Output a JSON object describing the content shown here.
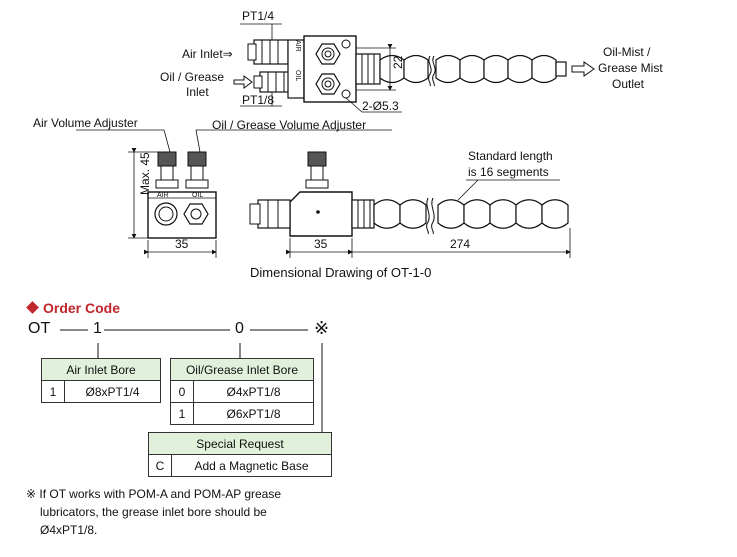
{
  "drawing": {
    "label_pt14": "PT1/4",
    "label_air_inlet": "Air Inlet⇒",
    "label_oil_inlet_1": "Oil / Grease",
    "label_oil_inlet_2": "Inlet",
    "label_pt18": "PT1/8",
    "label_air_body": "AIR",
    "label_oil_body": "OIL",
    "label_air_small": "AIR",
    "label_oil_small": "OIL",
    "label_holes": "2-Ø5.3",
    "dim_22": "22",
    "label_outlet_1": "Oil-Mist /",
    "label_outlet_2": "Grease Mist",
    "label_outlet_3": "Outlet",
    "label_air_adjuster": "Air Volume Adjuster",
    "label_oil_adjuster": "Oil / Grease Volume Adjuster",
    "dim_max45": "Max. 45",
    "dim_35a": "35",
    "dim_35b": "35",
    "dim_274": "274",
    "label_std_1": "Standard length",
    "label_std_2": "is 16 segments",
    "caption": "Dimensional Drawing of OT-1-0"
  },
  "order_code": {
    "title": "Order Code",
    "prefix": "OT",
    "dash": "—",
    "seg1": "1",
    "seg2": "0",
    "seg3": "※",
    "air_table": {
      "header": "Air Inlet Bore",
      "rows": [
        {
          "code": "1",
          "value": "Ø8xPT1/4"
        }
      ]
    },
    "oil_table": {
      "header": "Oil/Grease Inlet Bore",
      "rows": [
        {
          "code": "0",
          "value": "Ø4xPT1/8"
        },
        {
          "code": "1",
          "value": "Ø6xPT1/8"
        }
      ]
    },
    "special_table": {
      "header": "Special Request",
      "rows": [
        {
          "code": "C",
          "value": "Add a Magnetic Base"
        }
      ]
    }
  },
  "note": {
    "line1": "※ If OT works with POM-A and POM-AP grease",
    "line2": "lubricators, the grease inlet bore should be",
    "line3": "Ø4xPT1/8."
  },
  "colors": {
    "accent": "#c0262b",
    "table_header": "#e0f0da"
  }
}
